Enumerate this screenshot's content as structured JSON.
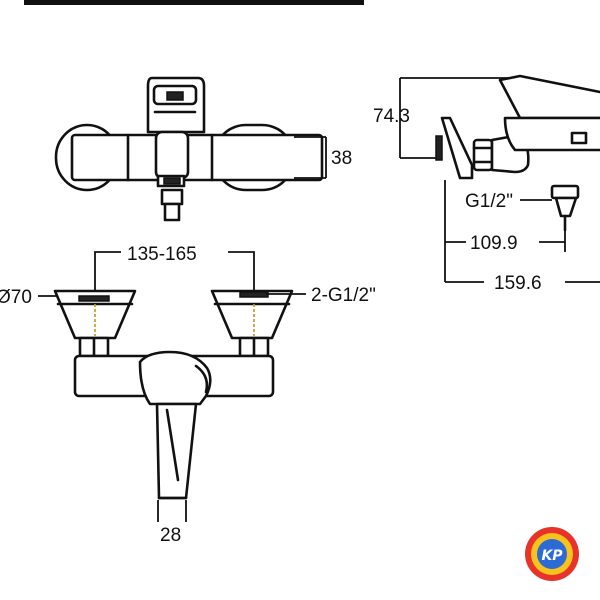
{
  "dimensions": {
    "top_view_height": "38",
    "side_offset": "74.3",
    "side_connector": "G1/2\"",
    "side_depth_1": "109.9",
    "side_depth_2": "159.6",
    "center_distance": "135-165",
    "flange_diameter": "Ø70",
    "inlet_thread": "2-G1/2\"",
    "spout_width": "28"
  },
  "logo": {
    "text": "KP",
    "colors": [
      "#e8332a",
      "#f7c21b",
      "#2c6bd6"
    ]
  }
}
